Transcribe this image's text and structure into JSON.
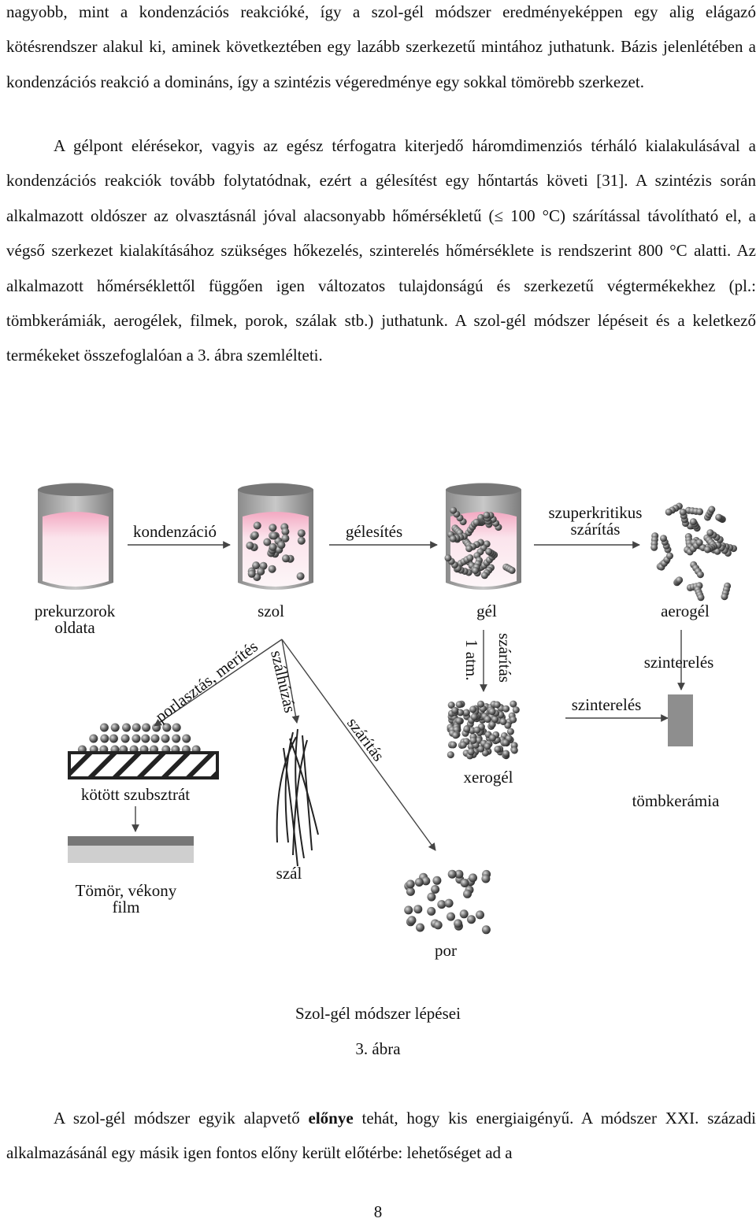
{
  "paragraphs": {
    "p1": "nagyobb, mint a kondenzációs reakcióké, így a szol-gél módszer eredményeképpen egy alig elágazó kötésrendszer alakul ki, aminek következtében egy lazább szerkezetű mintához juthatunk. Bázis jelenlétében a kondenzációs reakció a domináns, így a szintézis végeredménye egy sokkal tömörebb szerkezet.",
    "p2": "A gélpont elérésekor, vagyis az egész térfogatra kiterjedő háromdimenziós térháló kialakulásával a kondenzációs reakciók tovább folytatódnak, ezért a gélesítést egy hőntartás követi [31]. A szintézis során alkalmazott oldószer az olvasztásnál jóval alacsonyabb hőmérsékletű (≤ 100 °C) szárítással távolítható el, a végső szerkezet kialakításához szükséges hőkezelés, szinterelés hőmérséklete is rendszerint 800 °C alatti. Az alkalmazott hőmérséklettől függően igen változatos tulajdonságú és szerkezetű végtermékekhez (pl.: tömbkerámiák, aerogélek, filmek, porok, szálak stb.) juthatunk. A szol-gél módszer lépéseit és a keletkező termékeket összefoglalóan a 3. ábra szemlélteti.",
    "p3_before": "A szol-gél módszer egyik alapvető ",
    "p3_bold": "előnye",
    "p3_after": " tehát, hogy kis energiaigényű. A módszer XXI. századi alkalmazásánál egy másik igen fontos előny került előtérbe: lehetőséget ad a"
  },
  "figure": {
    "labels": {
      "kondenzacio": "kondenzáció",
      "gelesites": "gélesítés",
      "szuperkritikus": "szuperkritikus",
      "szaritas_top": "szárítás",
      "prekurzorok": "prekurzorok",
      "oldata": "oldata",
      "szol": "szol",
      "gel": "gél",
      "aerogel": "aerogél",
      "porlasztas": "porlasztás, merítés",
      "szalhuzas": "szálhúzás",
      "egy_atm": "1 atm.",
      "szaritas_vert": "szárítás",
      "szinterelés_right": "szinterelés",
      "szinterelés_left": "szinterelés",
      "szaritas_diag": "szárítás",
      "xerogel": "xerogél",
      "kotott": "kötött szubsztrát",
      "tombkeramia": "tömbkerámia",
      "szal": "szál",
      "tomor": "Tömör, vékony",
      "film": "film",
      "por": "por"
    },
    "caption_title": "Szol-gél módszer lépései",
    "caption_number": "3. ábra"
  },
  "page_number": "8",
  "colors": {
    "solution_pink": "#f7c6d6",
    "particle_gray": "#555555",
    "beaker_gray": "#9a9a9a"
  }
}
